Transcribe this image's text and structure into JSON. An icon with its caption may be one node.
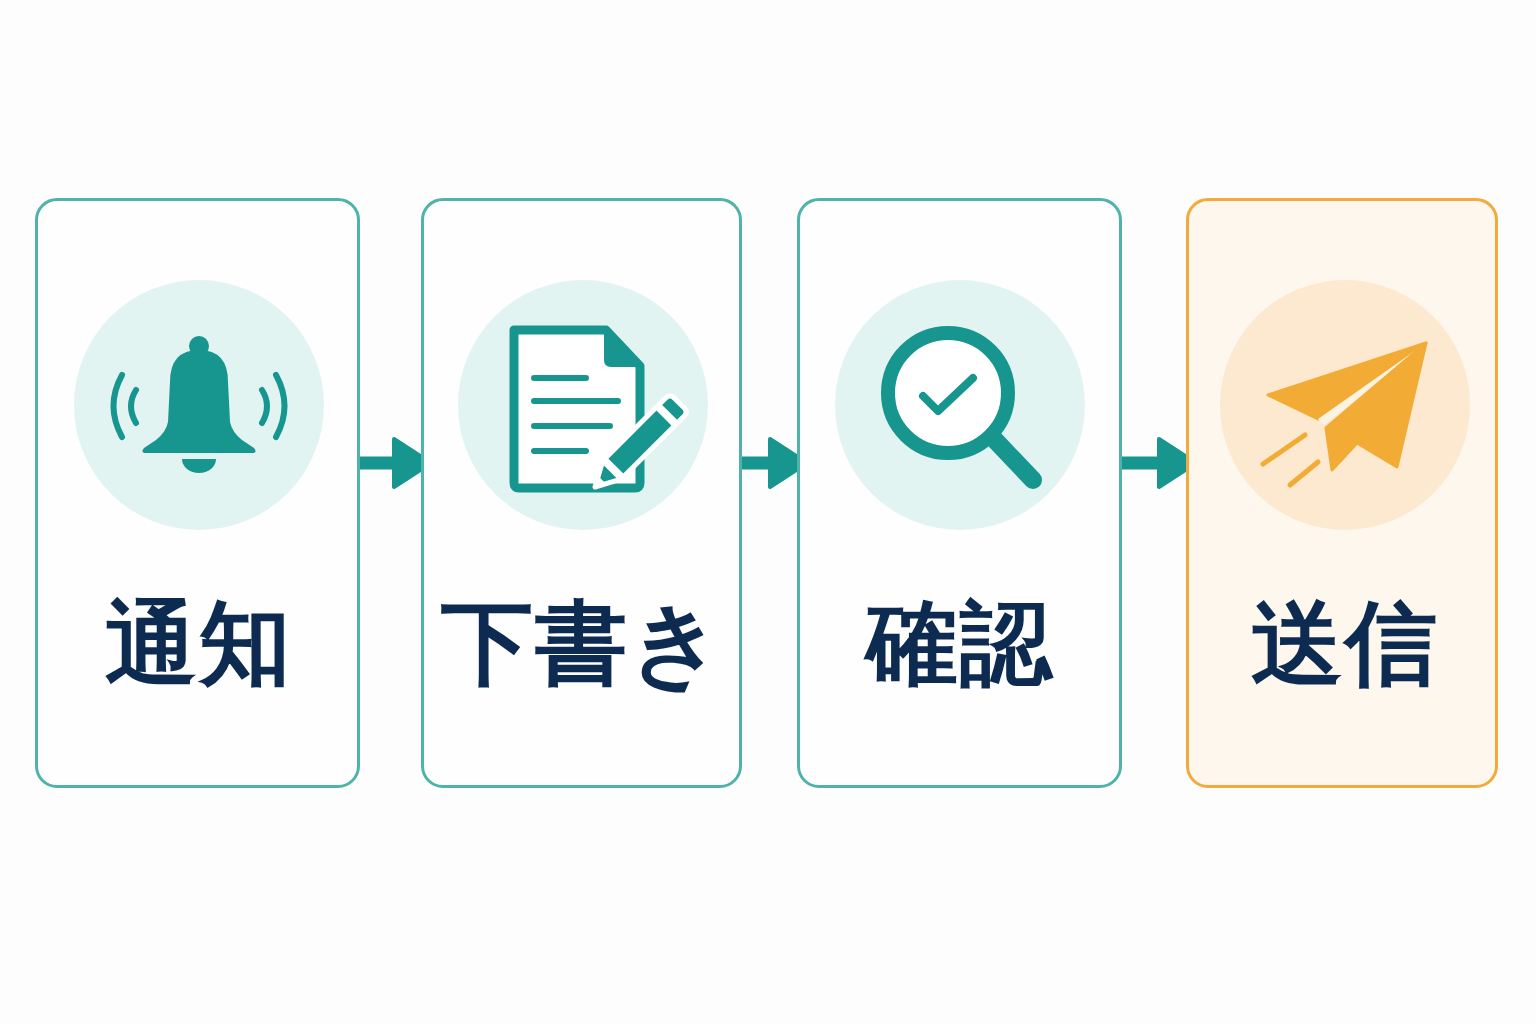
{
  "diagram": {
    "nodes": [
      {
        "text": [
          "通知"
        ]
      },
      {
        "text": [
          "下書き"
        ]
      },
      {
        "text": [
          "確認"
        ]
      },
      {
        "text": [
          "送信"
        ]
      }
    ],
    "edges": [
      {
        "from": 0,
        "to": 1,
        "arrow": "to"
      },
      {
        "from": 1,
        "to": 2,
        "arrow": "to"
      },
      {
        "from": 2,
        "to": 3,
        "arrow": "to"
      }
    ]
  }
}
